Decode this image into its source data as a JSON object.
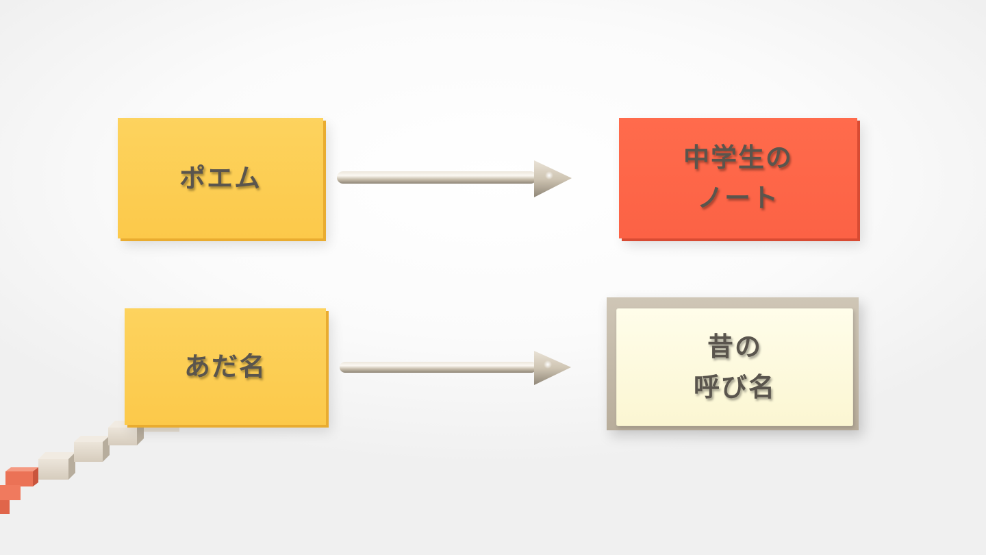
{
  "rows": [
    {
      "source": {
        "text": "ポエム"
      },
      "target": {
        "lines": [
          "中学生の",
          "ノート"
        ]
      }
    },
    {
      "source": {
        "text": "あだ名"
      },
      "target": {
        "lines": [
          "昔の",
          "呼び名"
        ]
      }
    }
  ],
  "colors": {
    "source_card": "#fcce55",
    "target_red": "#fd6647",
    "target_cream": "#fdf9de",
    "cream_frame": "#c4b9a7",
    "arrow": "#c8beac",
    "text": "#5a554d",
    "steps_orange": "#f07a5e",
    "steps_beige": "#d9d0c2"
  },
  "icons": {
    "arrow": "right-arrow-icon",
    "decoration": "staircase-blocks"
  }
}
